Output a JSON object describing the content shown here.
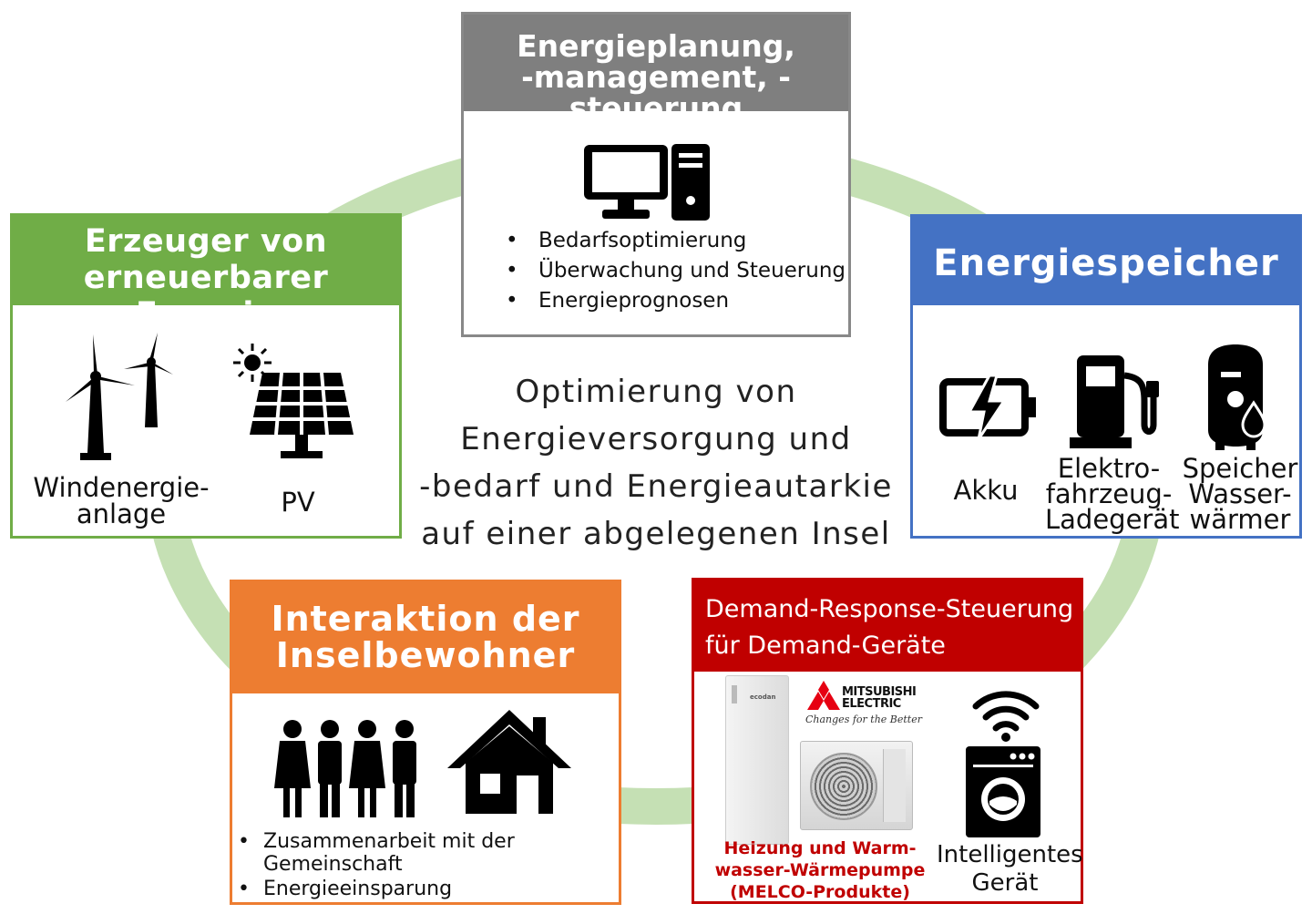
{
  "colors": {
    "ring": "#c5e0b4",
    "management": "#7f7f7f",
    "generation": "#70ad47",
    "storage": "#4472c4",
    "interaction": "#ed7d31",
    "demand_response": "#c00000"
  },
  "center_text": {
    "line1": "Optimierung von",
    "line2": "Energieversorgung und",
    "line3": "-bedarf und Energieautarkie",
    "line4": "auf einer abgelegenen Insel"
  },
  "management": {
    "title_line1": "Energieplanung,",
    "title_line2": "-management, -steuerung",
    "icon": "computer-icon",
    "bullets": [
      "Bedarfsoptimierung",
      "Überwachung und Steuerung",
      "Energieprognosen"
    ]
  },
  "generation": {
    "title_line1": "Erzeuger von",
    "title_line2": "erneuerbarer Energie",
    "wind_label_line1": "Windenergie-",
    "wind_label_line2": "anlage",
    "pv_label": "PV",
    "icons": [
      "wind-turbine-icon",
      "solar-panel-icon",
      "sun-icon"
    ]
  },
  "storage": {
    "title": "Energiespeicher",
    "battery_label": "Akku",
    "charger_label_line1": "Elektro-",
    "charger_label_line2": "fahrzeug-",
    "charger_label_line3": "Ladegerät",
    "heater_label_line1": "Speicher",
    "heater_label_line2": "Wasser-",
    "heater_label_line3": "wärmer",
    "icons": [
      "battery-icon",
      "ev-charger-icon",
      "water-heater-icon"
    ]
  },
  "interaction": {
    "title_line1": "Interaktion der",
    "title_line2": "Inselbewohner",
    "bullet1_line1": "Zusammenarbeit mit der",
    "bullet1_line2": "Gemeinschaft",
    "bullet2": "Energieeinsparung",
    "icons": [
      "people-icon",
      "house-icon"
    ]
  },
  "demand_response": {
    "title_line1": "Demand-Response-Steuerung",
    "title_line2": "für Demand-Geräte",
    "brand_name_line1": "MITSUBISHI",
    "brand_name_line2": "ELECTRIC",
    "brand_tagline": "Changes for the Better",
    "unit_brand": "ecodan",
    "heatpump_label_line1": "Heizung und Warm-",
    "heatpump_label_line2": "wasser-Wärmepumpe",
    "heatpump_label_line3": "(MELCO-Produkte)",
    "smart_label_line1": "Intelligentes",
    "smart_label_line2": "Gerät",
    "icons": [
      "mitsubishi-logo-icon",
      "heat-pump-image",
      "wifi-icon",
      "washing-machine-icon"
    ]
  }
}
